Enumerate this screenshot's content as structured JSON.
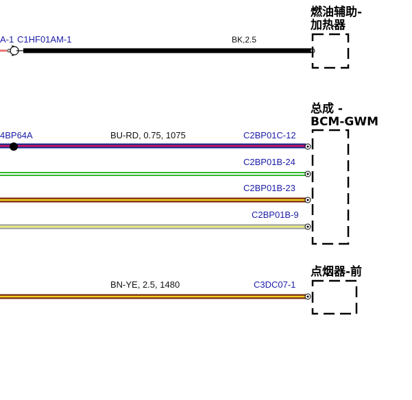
{
  "colors": {
    "connector_label": "#1a1aa8",
    "wire_label": "#111111",
    "wire_black": "#000000",
    "wire_blue": "#1c2a8c",
    "wire_red": "#d2145a",
    "wire_green": "#2bb52b",
    "wire_brown": "#7a2a12",
    "wire_yellow": "#f2d21e",
    "wire_lightyellow": "#eeee88",
    "wire_grey": "#9a9a9a",
    "wire_pink": "#e87070"
  },
  "components": {
    "fuel_heater": {
      "line1": "燃油辅助-",
      "line2": "加热器"
    },
    "bcm": {
      "line1": "总成 -",
      "line2": "BCM-GWM"
    },
    "cig_lighter": {
      "line1": "点烟器-前"
    }
  },
  "wires": [
    {
      "left_label": "A-1",
      "left_connector": "C1HF01AM-1",
      "spec": "BK,2.5",
      "right_connector": ""
    },
    {
      "splice": "4BP64A",
      "spec": "BU-RD,  0.75,  1075",
      "right_connector": "C2BP01C-12"
    },
    {
      "spec": "",
      "right_connector": "C2BP01B-24"
    },
    {
      "spec": "",
      "right_connector": "C2BP01B-23"
    },
    {
      "spec": "",
      "right_connector": "C2BP01B-9"
    },
    {
      "spec": "BN-YE,  2.5,  1480",
      "right_connector": "C3DC07-1"
    }
  ]
}
